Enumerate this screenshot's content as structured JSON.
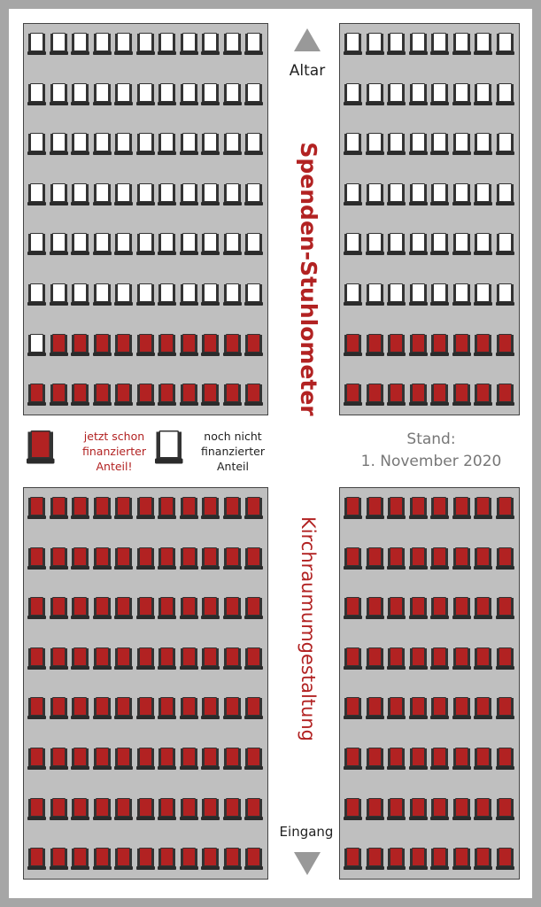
{
  "title_top": "Spenden-Stuhlometer",
  "title_bottom": "Kirchraumumgestaltung",
  "altar_label": "Altar",
  "entrance_label": "Eingang",
  "legend": {
    "financed_label_line1": "jetzt schon",
    "financed_label_line2": "finanzierter",
    "financed_label_line3": "Anteil!",
    "unfinanced_label_line1": "noch nicht",
    "unfinanced_label_line2": "finanzierter",
    "unfinanced_label_line3": "Anteil"
  },
  "stand": {
    "line1": "Stand:",
    "line2": "1. November 2020"
  },
  "colors": {
    "financed": "#b22222",
    "unfinanced": "#ffffff",
    "block": "#bfbfbf",
    "arrow": "#999999"
  },
  "seating": {
    "blocks": [
      {
        "name": "top-left",
        "seats_per_row": 11,
        "red_per_row": [
          0,
          0,
          0,
          0,
          0,
          0,
          10,
          11
        ]
      },
      {
        "name": "top-right",
        "seats_per_row": 8,
        "red_per_row": [
          0,
          0,
          0,
          0,
          0,
          0,
          8,
          8
        ]
      },
      {
        "name": "bottom-left",
        "seats_per_row": 11,
        "red_per_row": [
          11,
          11,
          11,
          11,
          11,
          11,
          11,
          11
        ]
      },
      {
        "name": "bottom-right",
        "seats_per_row": 8,
        "red_per_row": [
          8,
          8,
          8,
          8,
          8,
          8,
          8,
          8
        ]
      }
    ]
  }
}
